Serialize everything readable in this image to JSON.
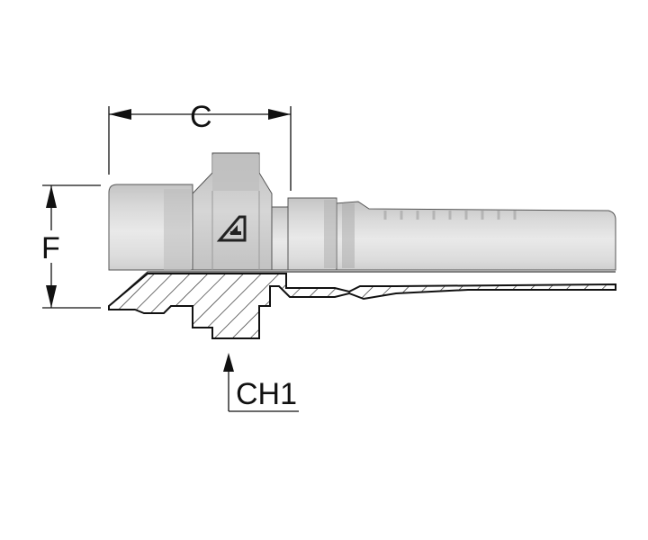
{
  "labels": {
    "dim_c": "C",
    "dim_f": "F",
    "dim_ch1": "CH1"
  },
  "logo": "brand-logo-icon",
  "colors": {
    "line": "#111111",
    "body_light": "#e2e2e2",
    "body_mid": "#c8c8c8",
    "body_dark": "#9c9c9c",
    "section_fill": "#ffffff",
    "hatch": "#222222",
    "background": "#ffffff"
  }
}
